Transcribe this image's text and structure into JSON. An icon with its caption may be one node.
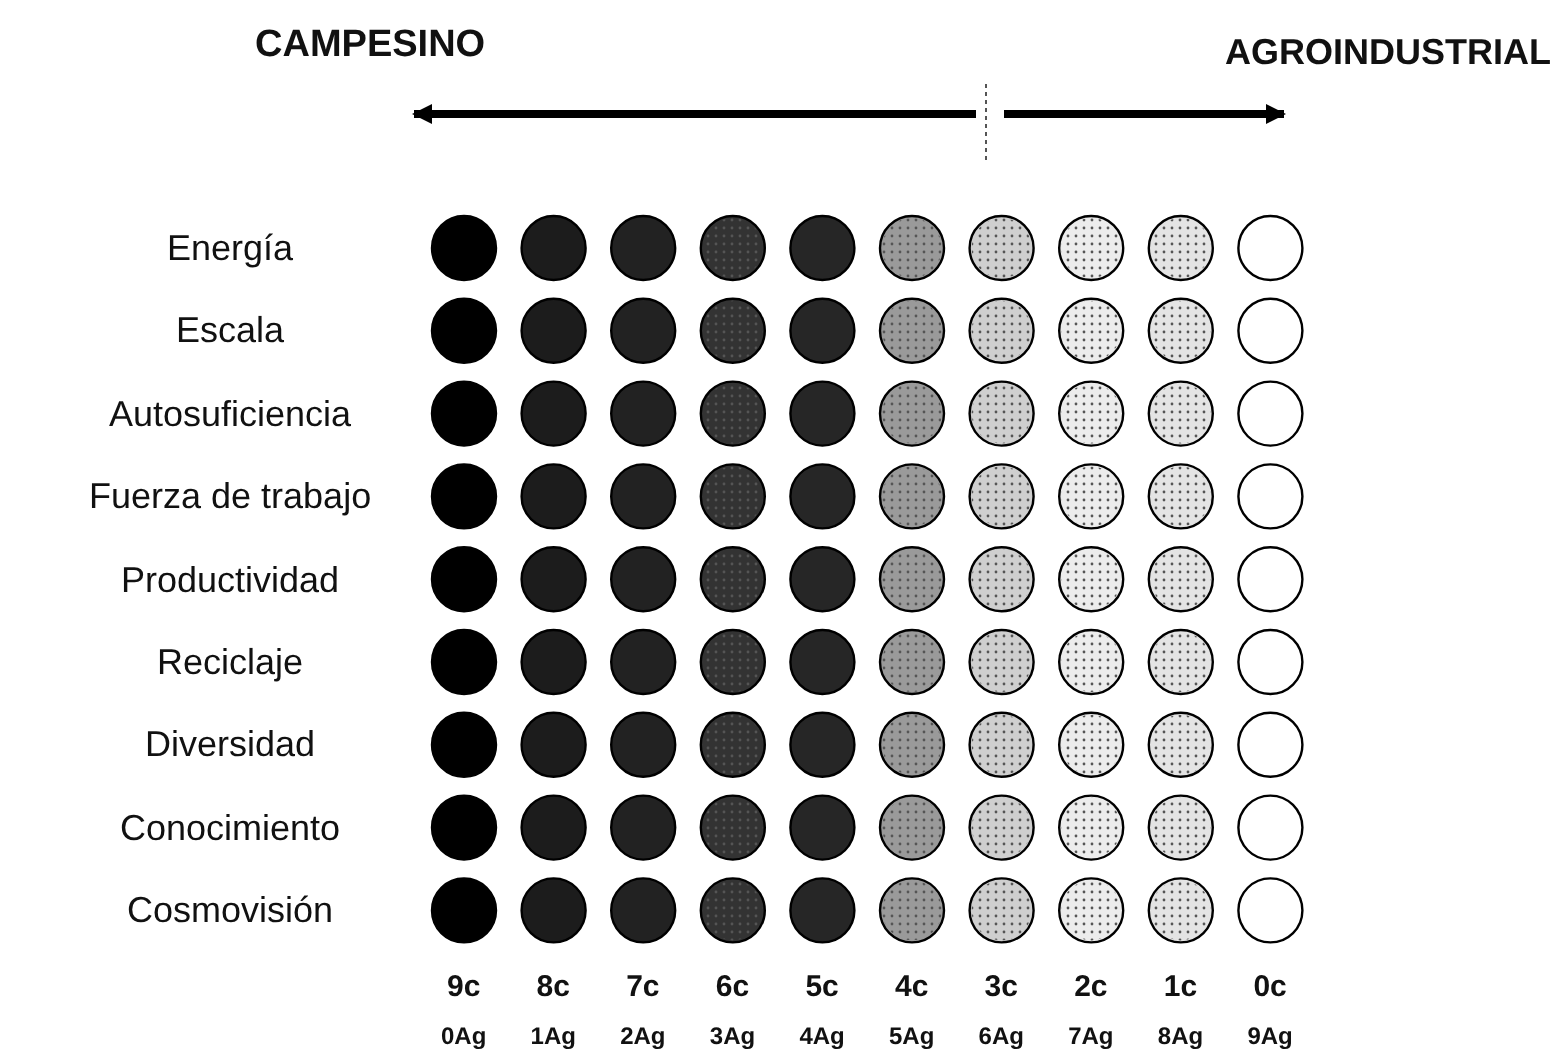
{
  "diagram": {
    "labels": [
      "CAMPESINO",
      "AGROINDUSTRIAL",
      "Energía",
      "Escala",
      "Autosuficiencia",
      "Fuerza de trabajo",
      "Productividad",
      "Reciclaje",
      "Diversidad",
      "Conocimiento",
      "Cosmovisión",
      "9c",
      "8c",
      "7c",
      "6c",
      "5c",
      "4c",
      "3c",
      "2c",
      "1c",
      "0c",
      "0Ag",
      "1Ag",
      "2Ag",
      "3Ag",
      "4Ag",
      "5Ag",
      "6Ag",
      "7Ag",
      "8Ag",
      "9Ag"
    ]
  }
}
